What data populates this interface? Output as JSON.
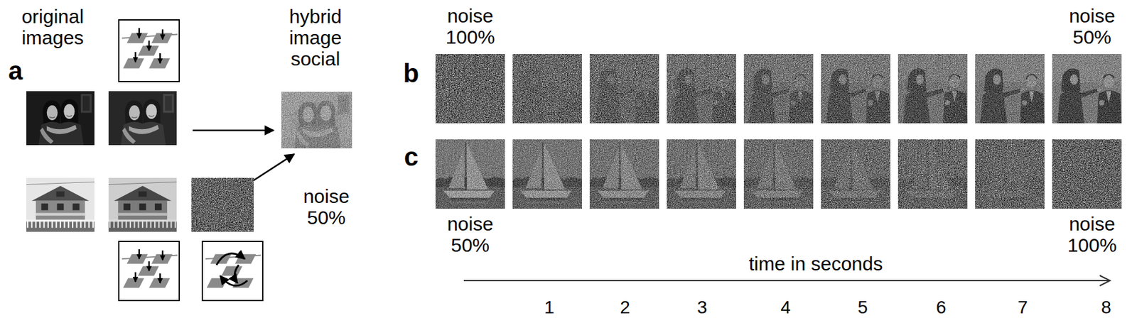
{
  "diagram": {
    "labels": [
      "original images",
      "a",
      "hybrid image social",
      "noise 50%",
      "b",
      "noise 100%",
      "noise 50%",
      "c",
      "noise 50%",
      "noise 100%",
      "time in seconds",
      "1",
      "2",
      "3",
      "4",
      "5",
      "6",
      "7",
      "8"
    ]
  }
}
